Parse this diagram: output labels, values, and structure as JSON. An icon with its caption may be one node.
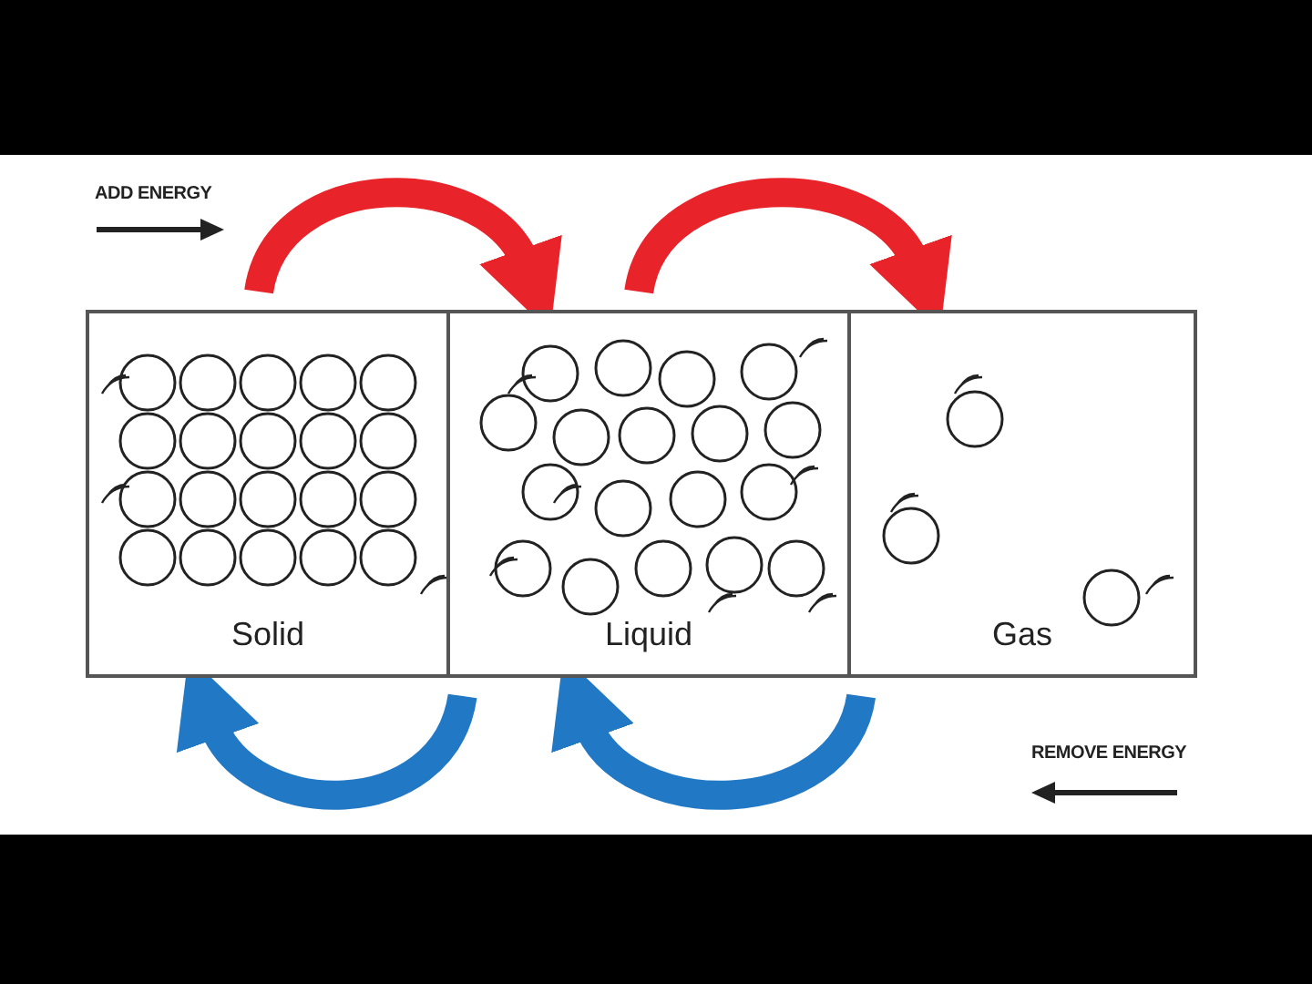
{
  "diagram": {
    "nodes": [
      {
        "text": [
          "Solid"
        ]
      },
      {
        "text": [
          "Liquid"
        ]
      },
      {
        "text": [
          "Gas"
        ]
      }
    ],
    "edges": [
      {
        "from": 0,
        "to": 1,
        "arrow": "to",
        "color": "#e8232a"
      },
      {
        "from": 1,
        "to": 2,
        "arrow": "to",
        "color": "#e8232a"
      },
      {
        "from": 1,
        "to": 0,
        "arrow": "to",
        "color": "#2178c4"
      },
      {
        "from": 2,
        "to": 1,
        "arrow": "to",
        "color": "#2178c4"
      }
    ],
    "labels": [
      "ADD ENERGY",
      "REMOVE ENERGY"
    ]
  }
}
